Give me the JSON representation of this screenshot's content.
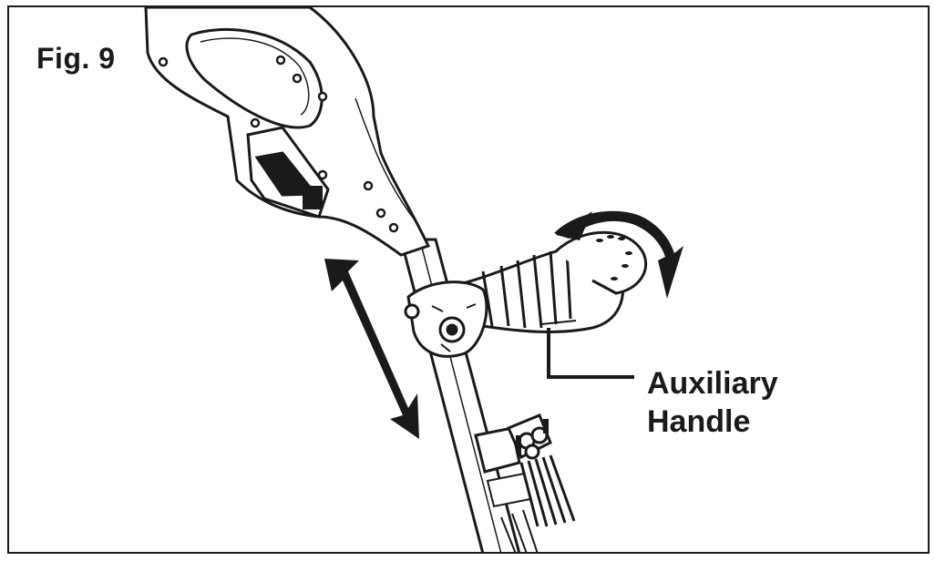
{
  "figure": {
    "label": "Fig. 9"
  },
  "callout": {
    "line1": "Auxiliary",
    "line2": "Handle"
  },
  "colors": {
    "ink": "#1a1a1a",
    "shade": "#6e6e6e",
    "paper": "#ffffff"
  }
}
